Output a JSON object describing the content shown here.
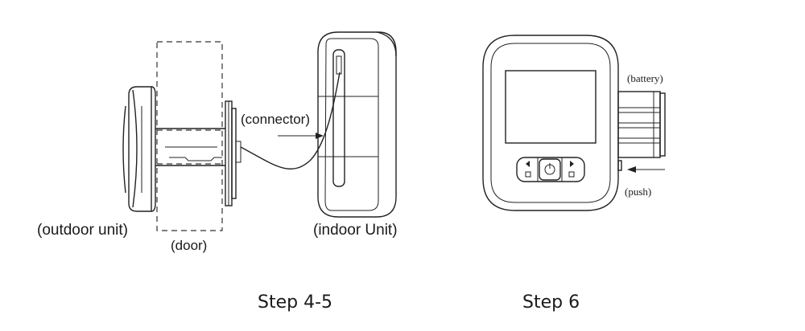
{
  "labels": {
    "outdoor_unit": "(outdoor unit)",
    "door": "(door)",
    "connector": "(connector)",
    "indoor_unit": "(indoor Unit)",
    "battery": "(battery)",
    "push": "(push)"
  },
  "steps": {
    "left": "Step 4-5",
    "right": "Step 6"
  }
}
